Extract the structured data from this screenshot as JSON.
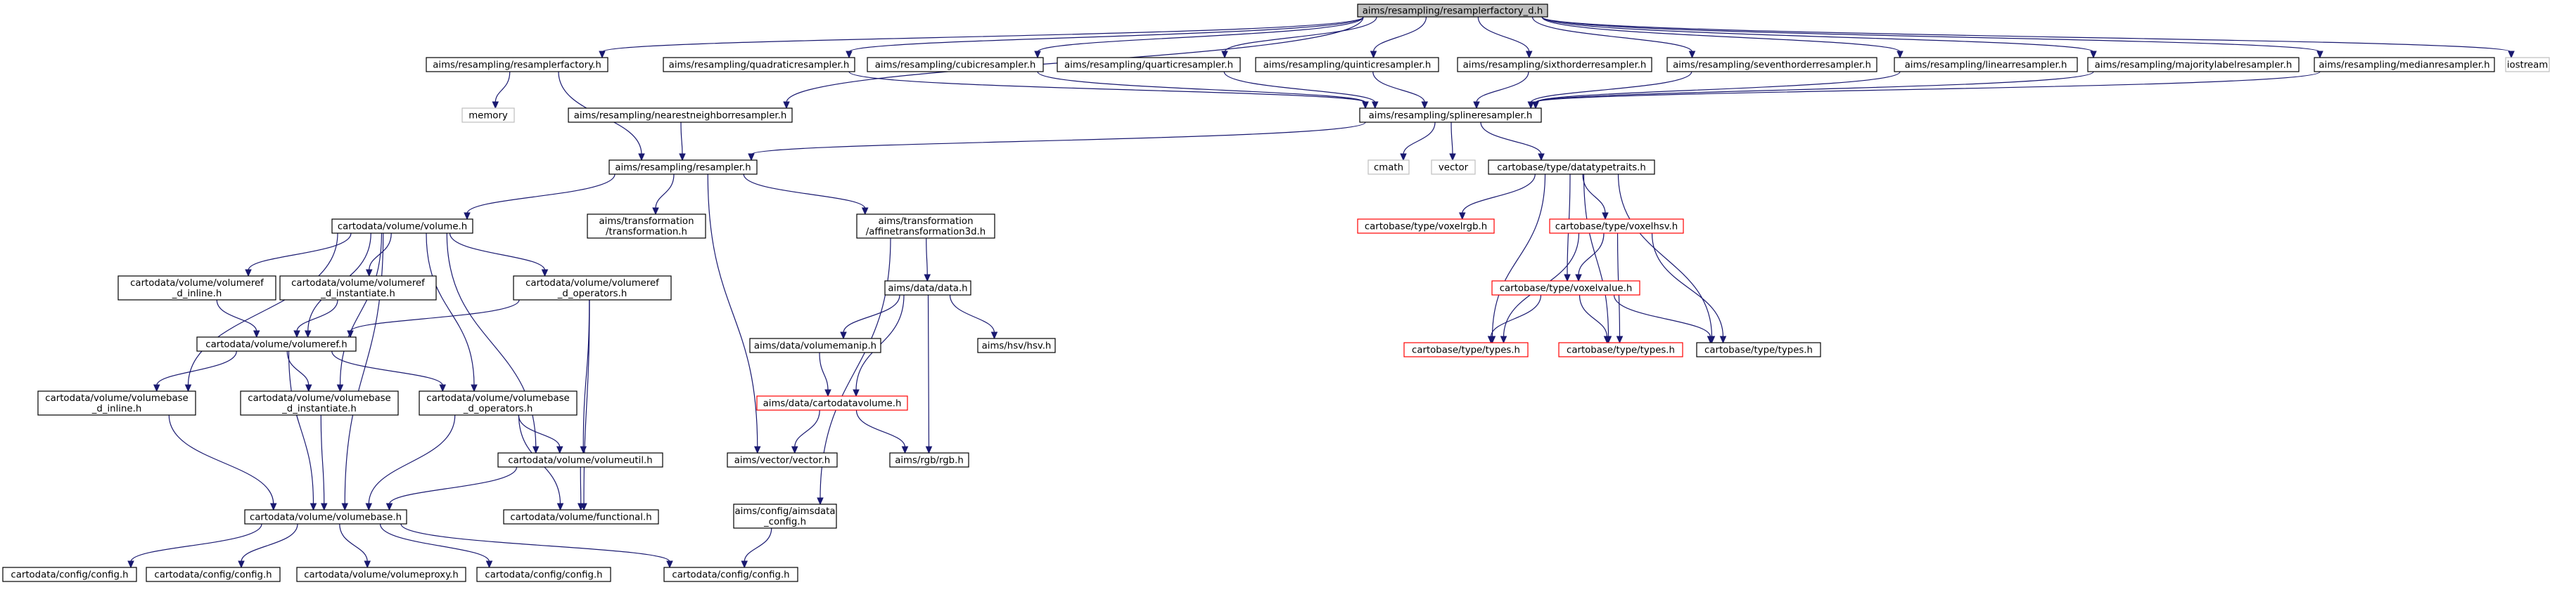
{
  "graph": {
    "root": "aims/resampling/resamplerfactory_d.h",
    "nodes": {
      "root": {
        "label": [
          "aims/resampling/resamplerfactory_d.h"
        ],
        "style": "root"
      },
      "resamplerfactory": {
        "label": [
          "aims/resampling/resamplerfactory.h"
        ],
        "style": "normal"
      },
      "nearestneighbor": {
        "label": [
          "aims/resampling/nearestneighborresampler.h"
        ],
        "style": "normal"
      },
      "quadratic": {
        "label": [
          "aims/resampling/quadraticresampler.h"
        ],
        "style": "normal"
      },
      "cubic": {
        "label": [
          "aims/resampling/cubicresampler.h"
        ],
        "style": "normal"
      },
      "quartic": {
        "label": [
          "aims/resampling/quarticresampler.h"
        ],
        "style": "normal"
      },
      "quintic": {
        "label": [
          "aims/resampling/quinticresampler.h"
        ],
        "style": "normal"
      },
      "sixthorder": {
        "label": [
          "aims/resampling/sixthorderresampler.h"
        ],
        "style": "normal"
      },
      "seventhorder": {
        "label": [
          "aims/resampling/seventhorderresampler.h"
        ],
        "style": "normal"
      },
      "linear": {
        "label": [
          "aims/resampling/linearresampler.h"
        ],
        "style": "normal"
      },
      "majoritylabel": {
        "label": [
          "aims/resampling/majoritylabelresampler.h"
        ],
        "style": "normal"
      },
      "median": {
        "label": [
          "aims/resampling/medianresampler.h"
        ],
        "style": "normal"
      },
      "iostream": {
        "label": [
          "iostream"
        ],
        "style": "gray"
      },
      "memory": {
        "label": [
          "memory"
        ],
        "style": "gray"
      },
      "spline": {
        "label": [
          "aims/resampling/splineresampler.h"
        ],
        "style": "normal"
      },
      "resampler": {
        "label": [
          "aims/resampling/resampler.h"
        ],
        "style": "normal"
      },
      "cmath": {
        "label": [
          "cmath"
        ],
        "style": "gray"
      },
      "vector": {
        "label": [
          "vector"
        ],
        "style": "gray"
      },
      "datatypetraits": {
        "label": [
          "cartobase/type/datatypetraits.h"
        ],
        "style": "normal"
      },
      "volume": {
        "label": [
          "cartodata/volume/volume.h"
        ],
        "style": "normal"
      },
      "transformation": {
        "label": [
          "aims/transformation",
          "/transformation.h"
        ],
        "style": "normal"
      },
      "affine": {
        "label": [
          "aims/transformation",
          "/affinetransformation3d.h"
        ],
        "style": "normal"
      },
      "voxelrgb": {
        "label": [
          "cartobase/type/voxelrgb.h"
        ],
        "style": "red"
      },
      "voxelhsv": {
        "label": [
          "cartobase/type/voxelhsv.h"
        ],
        "style": "red"
      },
      "voxelvalue": {
        "label": [
          "cartobase/type/voxelvalue.h"
        ],
        "style": "red"
      },
      "types1": {
        "label": [
          "cartobase/type/types.h"
        ],
        "style": "red"
      },
      "types2": {
        "label": [
          "cartobase/type/types.h"
        ],
        "style": "red"
      },
      "types3": {
        "label": [
          "cartobase/type/types.h"
        ],
        "style": "normal"
      },
      "volumeref_inline": {
        "label": [
          "cartodata/volume/volumeref",
          "_d_inline.h"
        ],
        "style": "normal"
      },
      "volumeref_inst": {
        "label": [
          "cartodata/volume/volumeref",
          "_d_instantiate.h"
        ],
        "style": "normal"
      },
      "volumeref_ops": {
        "label": [
          "cartodata/volume/volumeref",
          "_d_operators.h"
        ],
        "style": "normal"
      },
      "volumeref": {
        "label": [
          "cartodata/volume/volumeref.h"
        ],
        "style": "normal"
      },
      "volumebase_inline": {
        "label": [
          "cartodata/volume/volumebase",
          "_d_inline.h"
        ],
        "style": "normal"
      },
      "volumebase_inst": {
        "label": [
          "cartodata/volume/volumebase",
          "_d_instantiate.h"
        ],
        "style": "normal"
      },
      "volumebase_ops": {
        "label": [
          "cartodata/volume/volumebase",
          "_d_operators.h"
        ],
        "style": "normal"
      },
      "volumeutil": {
        "label": [
          "cartodata/volume/volumeutil.h"
        ],
        "style": "normal"
      },
      "functional": {
        "label": [
          "cartodata/volume/functional.h"
        ],
        "style": "normal"
      },
      "volumebase": {
        "label": [
          "cartodata/volume/volumebase.h"
        ],
        "style": "normal"
      },
      "data": {
        "label": [
          "aims/data/data.h"
        ],
        "style": "normal"
      },
      "volumemanip": {
        "label": [
          "aims/data/volumemanip.h"
        ],
        "style": "normal"
      },
      "hsv": {
        "label": [
          "aims/hsv/hsv.h"
        ],
        "style": "normal"
      },
      "cartodatavolume": {
        "label": [
          "aims/data/cartodatavolume.h"
        ],
        "style": "red"
      },
      "vectorh": {
        "label": [
          "aims/vector/vector.h"
        ],
        "style": "normal"
      },
      "rgb": {
        "label": [
          "aims/rgb/rgb.h"
        ],
        "style": "normal"
      },
      "aimsdata_config": {
        "label": [
          "aims/config/aimsdata",
          "_config.h"
        ],
        "style": "normal"
      },
      "config1": {
        "label": [
          "cartodata/config/config.h"
        ],
        "style": "normal"
      },
      "config2": {
        "label": [
          "cartodata/config/config.h"
        ],
        "style": "normal"
      },
      "volumeproxy": {
        "label": [
          "cartodata/volume/volumeproxy.h"
        ],
        "style": "normal"
      },
      "config3": {
        "label": [
          "cartodata/config/config.h"
        ],
        "style": "normal"
      },
      "config4": {
        "label": [
          "cartodata/config/config.h"
        ],
        "style": "normal"
      }
    },
    "edges": [
      [
        "root",
        "resamplerfactory"
      ],
      [
        "root",
        "nearestneighbor"
      ],
      [
        "root",
        "quadratic"
      ],
      [
        "root",
        "cubic"
      ],
      [
        "root",
        "quartic"
      ],
      [
        "root",
        "quintic"
      ],
      [
        "root",
        "sixthorder"
      ],
      [
        "root",
        "seventhorder"
      ],
      [
        "root",
        "linear"
      ],
      [
        "root",
        "majoritylabel"
      ],
      [
        "root",
        "median"
      ],
      [
        "root",
        "iostream"
      ],
      [
        "resamplerfactory",
        "memory"
      ],
      [
        "resamplerfactory",
        "resampler"
      ],
      [
        "nearestneighbor",
        "resampler"
      ],
      [
        "quadratic",
        "spline"
      ],
      [
        "cubic",
        "spline"
      ],
      [
        "quartic",
        "spline"
      ],
      [
        "quintic",
        "spline"
      ],
      [
        "sixthorder",
        "spline"
      ],
      [
        "seventhorder",
        "spline"
      ],
      [
        "linear",
        "spline"
      ],
      [
        "majoritylabel",
        "spline"
      ],
      [
        "median",
        "spline"
      ],
      [
        "spline",
        "resampler"
      ],
      [
        "spline",
        "cmath"
      ],
      [
        "spline",
        "vector"
      ],
      [
        "spline",
        "datatypetraits"
      ],
      [
        "resampler",
        "volume"
      ],
      [
        "resampler",
        "transformation"
      ],
      [
        "resampler",
        "affine"
      ],
      [
        "resampler",
        "vectorh"
      ],
      [
        "datatypetraits",
        "voxelrgb"
      ],
      [
        "datatypetraits",
        "voxelhsv"
      ],
      [
        "datatypetraits",
        "voxelvalue"
      ],
      [
        "datatypetraits",
        "types1"
      ],
      [
        "datatypetraits",
        "types2"
      ],
      [
        "datatypetraits",
        "types3"
      ],
      [
        "voxelhsv",
        "voxelvalue"
      ],
      [
        "voxelhsv",
        "types1"
      ],
      [
        "voxelhsv",
        "types2"
      ],
      [
        "voxelhsv",
        "types3"
      ],
      [
        "voxelvalue",
        "types1"
      ],
      [
        "voxelvalue",
        "types2"
      ],
      [
        "voxelvalue",
        "types3"
      ],
      [
        "volume",
        "volumeref_inline"
      ],
      [
        "volume",
        "volumeref_inst"
      ],
      [
        "volume",
        "volumeref_ops"
      ],
      [
        "volume",
        "volumeref"
      ],
      [
        "volume",
        "volumebase_inline"
      ],
      [
        "volume",
        "volumebase_inst"
      ],
      [
        "volume",
        "volumebase_ops"
      ],
      [
        "volume",
        "volumeutil"
      ],
      [
        "volume",
        "volumebase"
      ],
      [
        "volumeref_inline",
        "volumeref"
      ],
      [
        "volumeref_inst",
        "volumeref"
      ],
      [
        "volumeref_ops",
        "volumeref"
      ],
      [
        "volumeref_ops",
        "volumeutil"
      ],
      [
        "volumeref_ops",
        "functional"
      ],
      [
        "volumeref",
        "volumebase_inline"
      ],
      [
        "volumeref",
        "volumebase_inst"
      ],
      [
        "volumeref",
        "volumebase_ops"
      ],
      [
        "volumeref",
        "volumebase"
      ],
      [
        "volumebase_inline",
        "volumebase"
      ],
      [
        "volumebase_inst",
        "volumebase"
      ],
      [
        "volumebase_ops",
        "volumebase"
      ],
      [
        "volumebase_ops",
        "volumeutil"
      ],
      [
        "volumebase_ops",
        "functional"
      ],
      [
        "volumeutil",
        "volumebase"
      ],
      [
        "volumeutil",
        "functional"
      ],
      [
        "volumebase",
        "config1"
      ],
      [
        "volumebase",
        "config2"
      ],
      [
        "volumebase",
        "volumeproxy"
      ],
      [
        "volumebase",
        "config3"
      ],
      [
        "volumebase",
        "config4"
      ],
      [
        "affine",
        "data"
      ],
      [
        "affine",
        "aimsdata_config"
      ],
      [
        "data",
        "volumemanip"
      ],
      [
        "data",
        "hsv"
      ],
      [
        "data",
        "cartodatavolume"
      ],
      [
        "data",
        "rgb"
      ],
      [
        "volumemanip",
        "cartodatavolume"
      ],
      [
        "cartodatavolume",
        "vectorh"
      ],
      [
        "cartodatavolume",
        "rgb"
      ],
      [
        "aimsdata_config",
        "config4"
      ]
    ]
  }
}
